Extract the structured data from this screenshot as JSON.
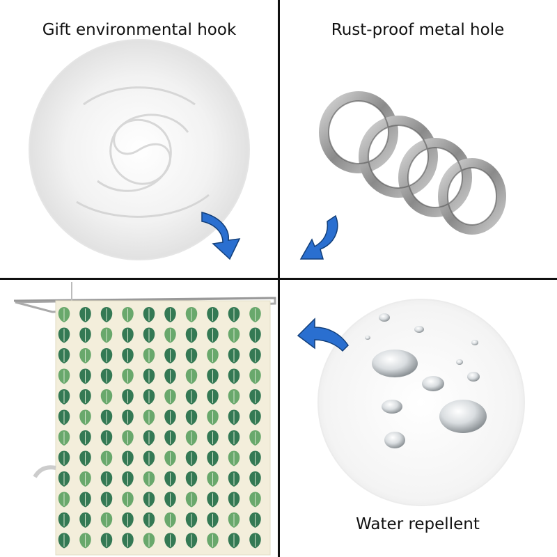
{
  "captions": {
    "hook": "Gift environmental hook",
    "metal_hole": "Rust-proof metal hole",
    "water": "Water repellent"
  },
  "colors": {
    "arrow": "#2a6fd0",
    "divider": "#111111",
    "curtain_bg": "#f3eedb",
    "leaf_dark": "#1f6b45",
    "leaf_light": "#5aa05f",
    "ring": "#9a9a9a"
  },
  "icons": [
    "arrow-down-right-icon",
    "arrow-down-left-icon",
    "arrow-left-icon"
  ]
}
